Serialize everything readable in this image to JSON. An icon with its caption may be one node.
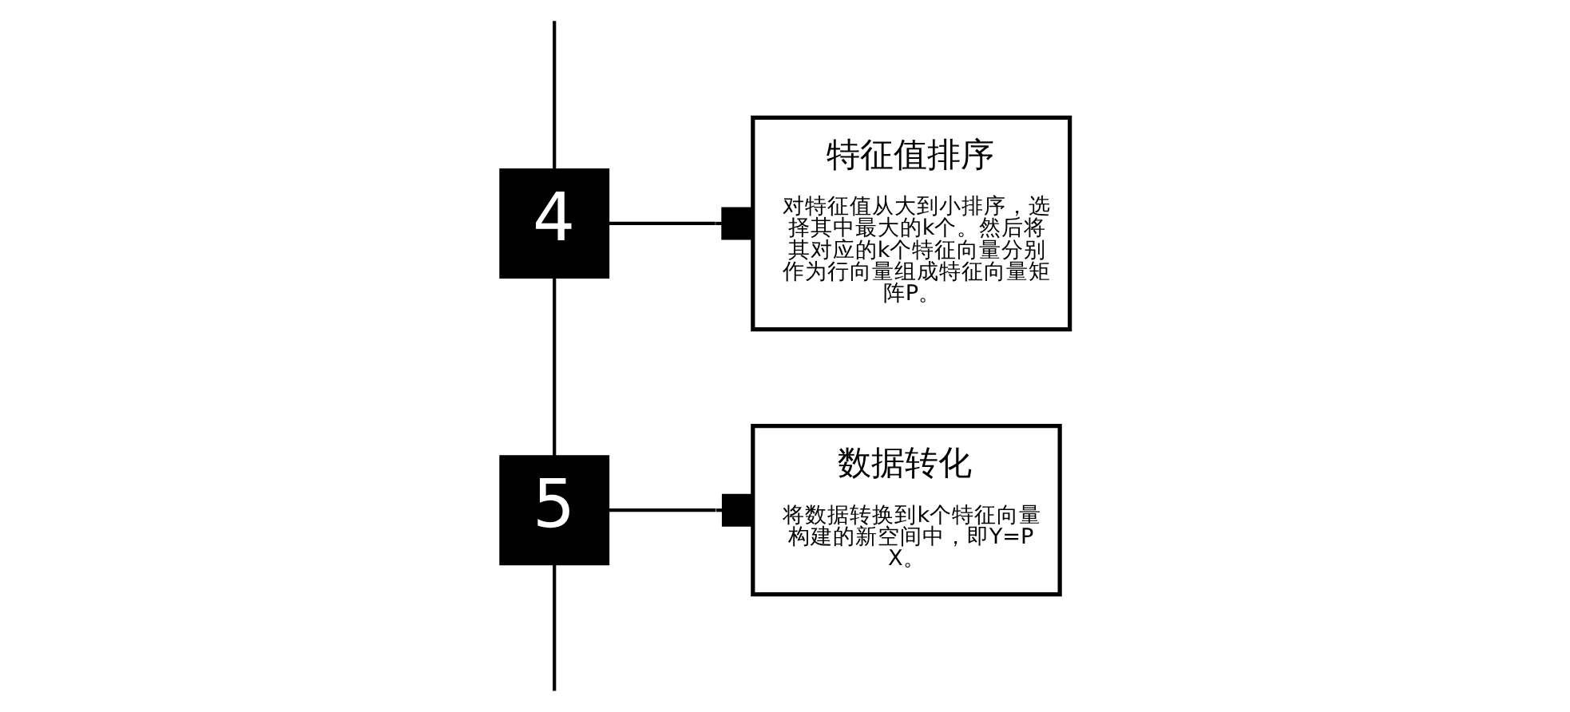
{
  "diagram": {
    "nodes": [
      {
        "text": [
          "4"
        ]
      },
      {
        "text": [
          "特征值排序",
          "对特征值从大到小排序，选择其中最大的k个。然后将其对应的k个特征向量分别作为行向量组成特征向量矩阵P。"
        ]
      },
      {
        "text": [
          "5"
        ]
      },
      {
        "text": [
          "数据转化",
          "将数据转换到k个特征向量构建的新空间中，即Y=PX。"
        ]
      }
    ],
    "edges": [
      {
        "from": null,
        "to": 0,
        "arrow": "none"
      },
      {
        "from": 0,
        "to": 2,
        "arrow": "none"
      },
      {
        "from": 2,
        "to": null,
        "arrow": "none"
      },
      {
        "from": 0,
        "to": 1,
        "arrow": "other"
      },
      {
        "from": 2,
        "to": 3,
        "arrow": "other"
      }
    ]
  }
}
